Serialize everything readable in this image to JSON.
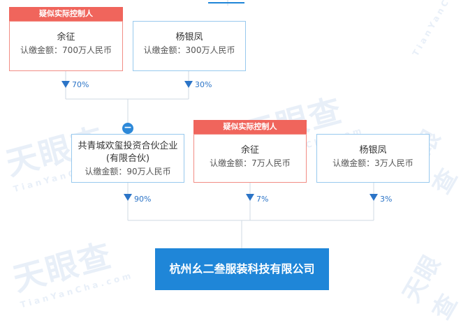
{
  "tag_label": "疑似实际控制人",
  "top_row": [
    {
      "name": "余征",
      "amount": "认缴金额：700万人民币",
      "percent": "70%"
    },
    {
      "name": "杨银凤",
      "amount": "认缴金额：300万人民币",
      "percent": "30%"
    }
  ],
  "middle_row": [
    {
      "name_line1": "共青城欢玺投资合伙企业",
      "name_line2": "(有限合伙)",
      "amount": "认缴金额：90万人民币",
      "percent": "90%"
    },
    {
      "name": "余征",
      "amount": "认缴金额：7万人民币",
      "percent": "7%"
    },
    {
      "name": "杨银凤",
      "amount": "认缴金额：3万人民币",
      "percent": "3%"
    }
  ],
  "target_company": "杭州幺二叁服装科技有限公司",
  "collapse_symbol": "−",
  "watermark": {
    "main": "天眼查",
    "sub": "TianYanCha.com"
  },
  "colors": {
    "accent_blue": "#1f86d8",
    "tag_red": "#f0655c",
    "line": "#cfd8e3",
    "percent_blue": "#2b74c7"
  }
}
